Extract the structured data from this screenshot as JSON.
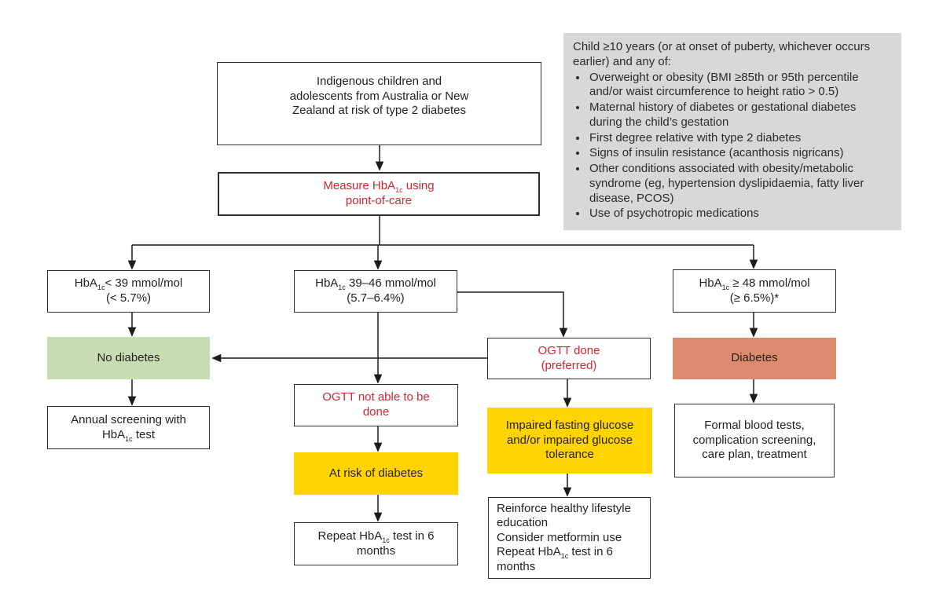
{
  "colors": {
    "line": "#1c1c1c",
    "accent_red": "#d22630",
    "no_diabetes_green": "#c8dcb4",
    "risk_yellow": "#ffd400",
    "diabetes_salmon": "#dc8b6e",
    "criteria_gray": "#d8d8d8"
  },
  "criteria": {
    "intro": "Child ≥10 years (or at onset of puberty, whichever occurs earlier) and any of:",
    "bullets": [
      "Overweight or obesity (BMI ≥85th or 95th percentile and/or waist circumference to height ratio > 0.5)",
      "Maternal history of diabetes or gestational diabetes during the child’s gestation",
      "First degree relative with type 2 diabetes",
      "Signs of insulin resistance (acanthosis nigricans)",
      "Other conditions associated with obesity/metabolic syndrome (eg, hypertension dyslipidaemia, fatty liver disease, PCOS)",
      "Use of psychotropic medications"
    ]
  },
  "nodes": {
    "population": "Indigenous children and\nadolescents from Australia or New\nZealand at risk of type 2 diabetes",
    "measure_rich": [
      {
        "t": "Measure HbA"
      },
      {
        "t": "1c",
        "sub": true
      },
      {
        "t": " using"
      },
      {
        "br": true
      },
      {
        "t": "point-of-care"
      }
    ],
    "branch_low_rich": [
      {
        "t": "HbA"
      },
      {
        "t": "1c",
        "sub": true
      },
      {
        "t": "< 39 mmol/mol"
      },
      {
        "br": true
      },
      {
        "t": "(< 5.7%)"
      }
    ],
    "branch_mid_rich": [
      {
        "t": "HbA"
      },
      {
        "t": "1c",
        "sub": true
      },
      {
        "t": " 39–46 mmol/mol"
      },
      {
        "br": true
      },
      {
        "t": "(5.7–6.4%)"
      }
    ],
    "branch_high_rich": [
      {
        "t": "HbA"
      },
      {
        "t": "1c",
        "sub": true
      },
      {
        "t": " ≥ 48 mmol/mol"
      },
      {
        "br": true
      },
      {
        "t": "(≥ 6.5%)*"
      }
    ],
    "no_diabetes": "No diabetes",
    "annual_rich": [
      {
        "t": "Annual screening with"
      },
      {
        "br": true
      },
      {
        "t": "HbA"
      },
      {
        "t": "1c",
        "sub": true
      },
      {
        "t": " test"
      }
    ],
    "ogtt_not_able": "OGTT not able to be\ndone",
    "at_risk": "At risk of diabetes",
    "repeat_rich": [
      {
        "t": "Repeat HbA"
      },
      {
        "t": "1c",
        "sub": true
      },
      {
        "t": " test in 6"
      },
      {
        "br": true
      },
      {
        "t": "months"
      }
    ],
    "ogtt_done": "OGTT done\n(preferred)",
    "impaired": "Impaired fasting glucose\nand/or impaired glucose\ntolerance",
    "reinforce_rich": [
      {
        "t": "Reinforce healthy lifestyle"
      },
      {
        "br": true
      },
      {
        "t": "education"
      },
      {
        "br": true
      },
      {
        "t": "Consider metformin use"
      },
      {
        "br": true
      },
      {
        "t": "Repeat HbA"
      },
      {
        "t": "1c",
        "sub": true
      },
      {
        "t": " test in 6"
      },
      {
        "br": true
      },
      {
        "t": "months"
      }
    ],
    "diabetes": "Diabetes",
    "formal": "Formal blood tests,\ncomplication screening,\ncare plan, treatment"
  }
}
